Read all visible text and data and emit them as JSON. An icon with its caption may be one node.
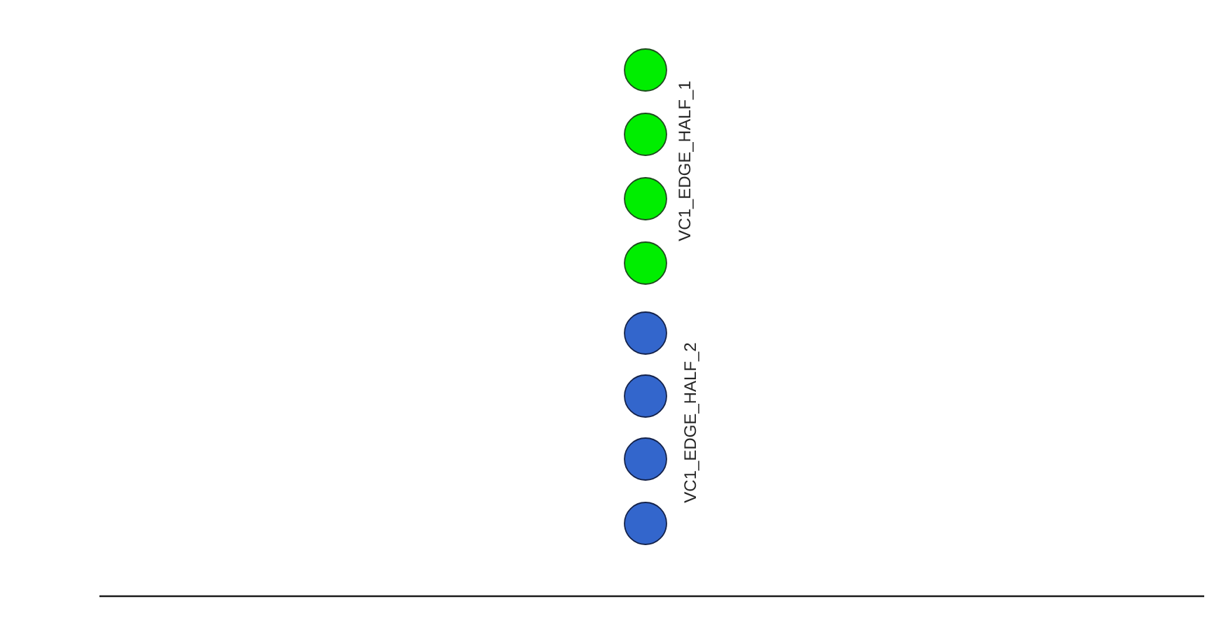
{
  "diagram": {
    "nodes": [
      {
        "text": [],
        "shape": "circle"
      },
      {
        "text": [],
        "shape": "circle"
      },
      {
        "text": [],
        "shape": "circle"
      },
      {
        "text": [],
        "shape": "circle"
      },
      {
        "text": [],
        "shape": "circle"
      },
      {
        "text": [],
        "shape": "circle"
      },
      {
        "text": [],
        "shape": "circle"
      },
      {
        "text": [],
        "shape": "circle"
      }
    ],
    "labels": [
      "VC1_EDGE_HALF_1",
      "VC1_EDGE_HALF_2"
    ]
  }
}
